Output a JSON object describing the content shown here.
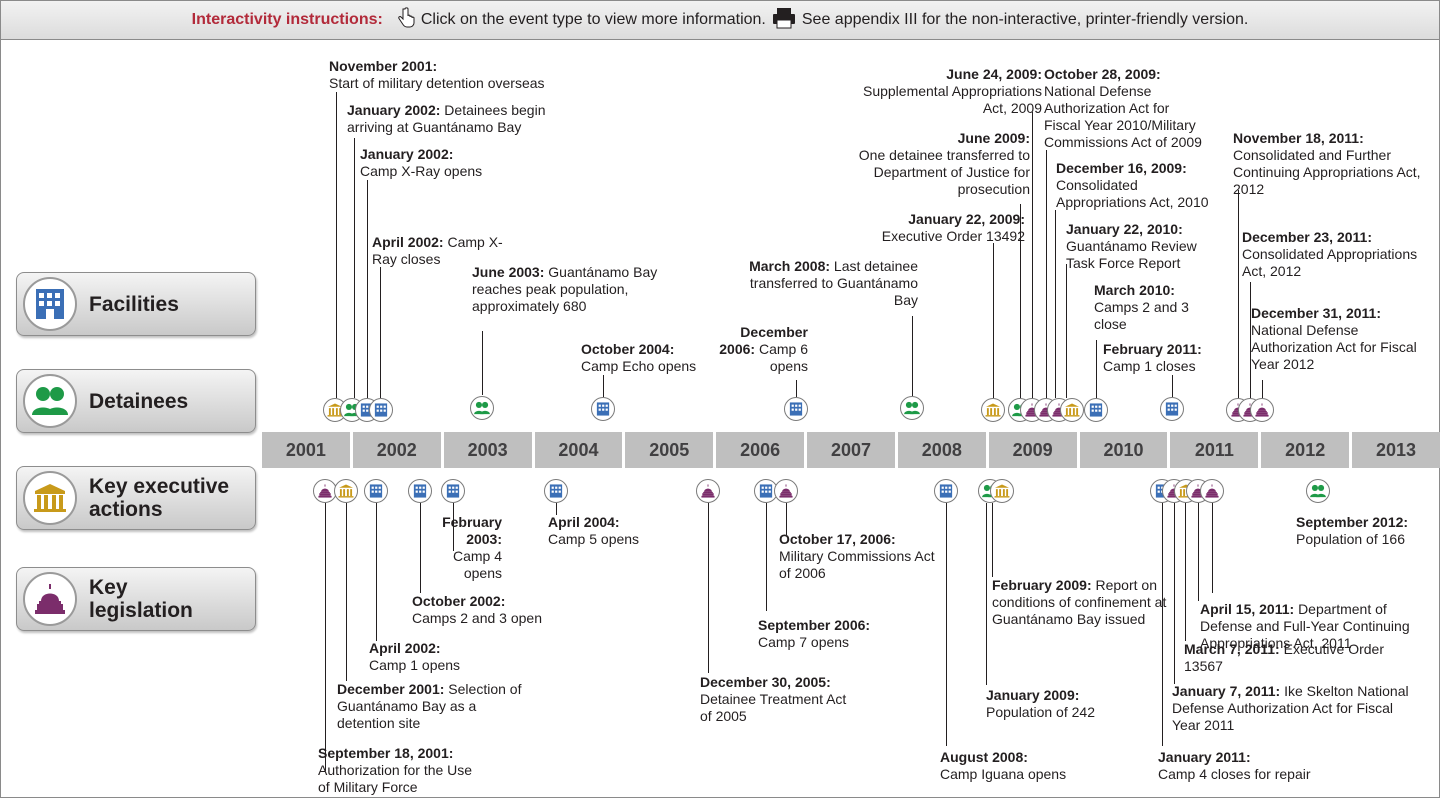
{
  "instructions": {
    "title": "Interactivity instructions:",
    "click_text": "Click on the event type to view more information.",
    "print_text": "See appendix III for the non-interactive, printer-friendly version.",
    "pointer_icon": "hand-pointer-icon",
    "printer_icon": "printer-icon"
  },
  "categories": [
    {
      "label": "Facilities",
      "icon": "building-icon",
      "color": "#3b6fb6"
    },
    {
      "label": "Detainees",
      "icon": "people-icon",
      "color": "#1e9a47"
    },
    {
      "label": "Key executive\nactions",
      "icon": "white-house-icon",
      "color": "#c89a1a"
    },
    {
      "label": "Key\nlegislation",
      "icon": "capitol-icon",
      "color": "#7b2d6b"
    }
  ],
  "years": [
    "2001",
    "2002",
    "2003",
    "2004",
    "2005",
    "2006",
    "2007",
    "2008",
    "2009",
    "2010",
    "2011",
    "2012",
    "2013"
  ],
  "events_above": [
    {
      "date": "November 2001:",
      "text": "Start of military detention overseas"
    },
    {
      "date": "January 2002:",
      "text": "Detainees begin arriving at Guantánamo Bay"
    },
    {
      "date": "January 2002:",
      "text": "Camp X-Ray opens"
    },
    {
      "date": "April 2002:",
      "text": "Camp X-Ray closes"
    },
    {
      "date": "June 2003:",
      "text": "Guantánamo Bay reaches peak population, approximately 680"
    },
    {
      "date": "October 2004:",
      "text": "Camp Echo opens"
    },
    {
      "date": "December 2006:",
      "text": "Camp 6 opens"
    },
    {
      "date": "March 2008:",
      "text": "Last detainee transferred to Guantánamo Bay"
    },
    {
      "date": "January 22, 2009:",
      "text": "Executive Order 13492"
    },
    {
      "date": "June 2009:",
      "text": "One detainee transferred to Department of Justice for prosecution"
    },
    {
      "date": "June 24, 2009:",
      "text": "Supplemental Appropriations Act, 2009"
    },
    {
      "date": "October 28, 2009:",
      "text": "National Defense Authorization Act for Fiscal Year 2010/Military Commissions Act of 2009"
    },
    {
      "date": "December 16, 2009:",
      "text": "Consolidated Appropriations Act, 2010"
    },
    {
      "date": "January 22, 2010:",
      "text": "Guantánamo Review Task Force Report"
    },
    {
      "date": "March 2010:",
      "text": "Camps 2 and 3 close"
    },
    {
      "date": "February 2011:",
      "text": "Camp 1 closes"
    },
    {
      "date": "November 18, 2011:",
      "text": "Consolidated and Further Continuing Appropriations Act, 2012"
    },
    {
      "date": "December 23, 2011:",
      "text": "Consolidated Appropriations Act, 2012"
    },
    {
      "date": "December 31, 2011:",
      "text": "National Defense Authorization Act for Fiscal Year 2012"
    }
  ],
  "events_below": [
    {
      "date": "September 18, 2001:",
      "text": "Authorization for the Use of Military Force"
    },
    {
      "date": "December 2001:",
      "text": "Selection of Guantánamo Bay as a detention site"
    },
    {
      "date": "April 2002:",
      "text": "Camp 1 opens"
    },
    {
      "date": "October 2002:",
      "text": "Camps 2 and 3 open"
    },
    {
      "date": "February 2003:",
      "text": "Camp 4 opens"
    },
    {
      "date": "April 2004:",
      "text": "Camp 5 opens"
    },
    {
      "date": "December 30, 2005:",
      "text": "Detainee Treatment Act of 2005"
    },
    {
      "date": "September 2006:",
      "text": "Camp 7 opens"
    },
    {
      "date": "October 17, 2006:",
      "text": "Military Commissions Act of 2006"
    },
    {
      "date": "August 2008:",
      "text": "Camp Iguana opens"
    },
    {
      "date": "January 2009:",
      "text": "Population of 242"
    },
    {
      "date": "February 2009:",
      "text": "Report on conditions of confinement at Guantánamo Bay issued"
    },
    {
      "date": "January 2011:",
      "text": "Camp 4 closes for repair"
    },
    {
      "date": "January 7, 2011:",
      "text": "Ike Skelton National Defense Authorization Act for Fiscal Year 2011"
    },
    {
      "date": "March 7, 2011:",
      "text": "Executive Order 13567"
    },
    {
      "date": "April 15, 2011:",
      "text": "Department of Defense and Full-Year Continuing Appropriations Act, 2011"
    },
    {
      "date": "September 2012:",
      "text": "Population of 166"
    }
  ]
}
